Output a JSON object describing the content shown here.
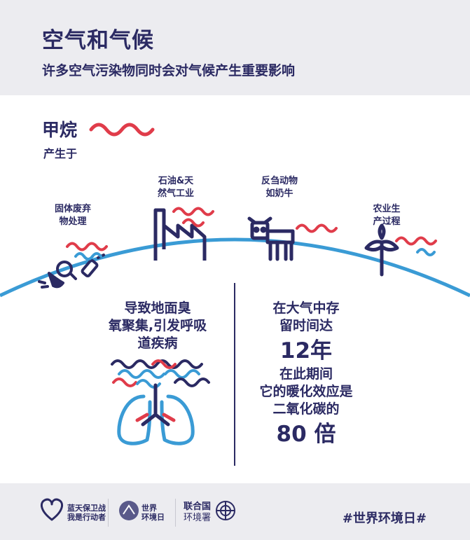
{
  "header": {
    "title": "空气和气候",
    "subtitle": "许多空气污染物同时会对气候产生重要影响"
  },
  "gas": {
    "name": "甲烷",
    "produced_by": "产生于"
  },
  "sources": [
    {
      "label": "固体废弃\n物处理",
      "icon": "waste-icon"
    },
    {
      "label": "石油&天\n然气工业",
      "icon": "factory-icon"
    },
    {
      "label": "反刍动物\n如奶牛",
      "icon": "cow-icon"
    },
    {
      "label": "农业生\n产过程",
      "icon": "plant-icon"
    }
  ],
  "left_block": {
    "text_line1": "导致地面臭",
    "text_line2": "氧聚集,引发呼吸",
    "text_line3": "道疾病",
    "icon": "lungs-icon"
  },
  "right_block": {
    "line1": "在大气中存",
    "line2": "留时间达",
    "years": "12年",
    "line3": "在此期间",
    "line4": "它的暖化效应是",
    "line5": "二氧化碳的",
    "multiplier": "80 倍"
  },
  "footer": {
    "logo1_line1": "蓝天保卫战",
    "logo1_line2": "我是行动者",
    "logo2_line1": "世界",
    "logo2_line2": "环境日",
    "logo3_line1": "联合国",
    "logo3_line2": "环境署",
    "hashtag": "#世界环境日#"
  },
  "colors": {
    "navy": "#2b2a63",
    "red": "#e03c4a",
    "blue": "#3a9bd5",
    "header_bg": "#ececf0"
  }
}
